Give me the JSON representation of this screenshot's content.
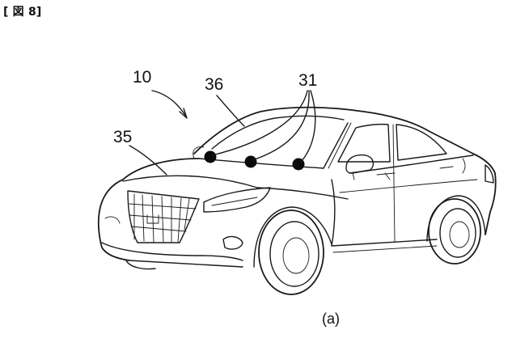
{
  "figure": {
    "header": "[ 図 8]",
    "caption": "(a)"
  },
  "references": {
    "vehicle": "10",
    "windshield": "36",
    "sensors": "31",
    "hood": "35"
  },
  "colors": {
    "line": "#1a1a1a",
    "background": "#ffffff"
  }
}
